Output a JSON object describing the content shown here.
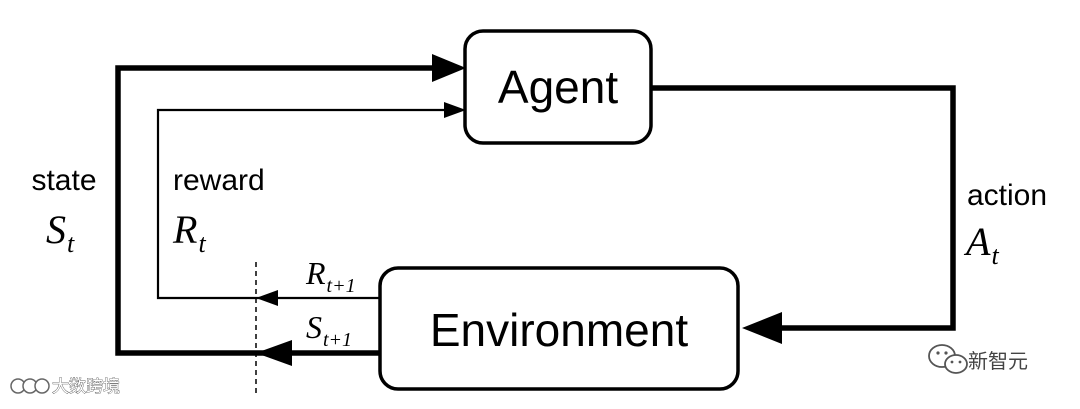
{
  "diagram": {
    "nodes": {
      "agent": "Agent",
      "environment": "Environment"
    },
    "signals": {
      "state": {
        "word": "state",
        "symbol": "S",
        "subscript": "t"
      },
      "reward": {
        "word": "reward",
        "symbol": "R",
        "subscript": "t"
      },
      "action": {
        "word": "action",
        "symbol": "A",
        "subscript": "t"
      },
      "next_reward": {
        "symbol": "R",
        "subscript": "t+1"
      },
      "next_state": {
        "symbol": "S",
        "subscript": "t+1"
      }
    }
  },
  "watermarks": {
    "left": "大数跨境",
    "right": "新智元"
  },
  "colors": {
    "line": "#000000",
    "background": "#ffffff"
  }
}
